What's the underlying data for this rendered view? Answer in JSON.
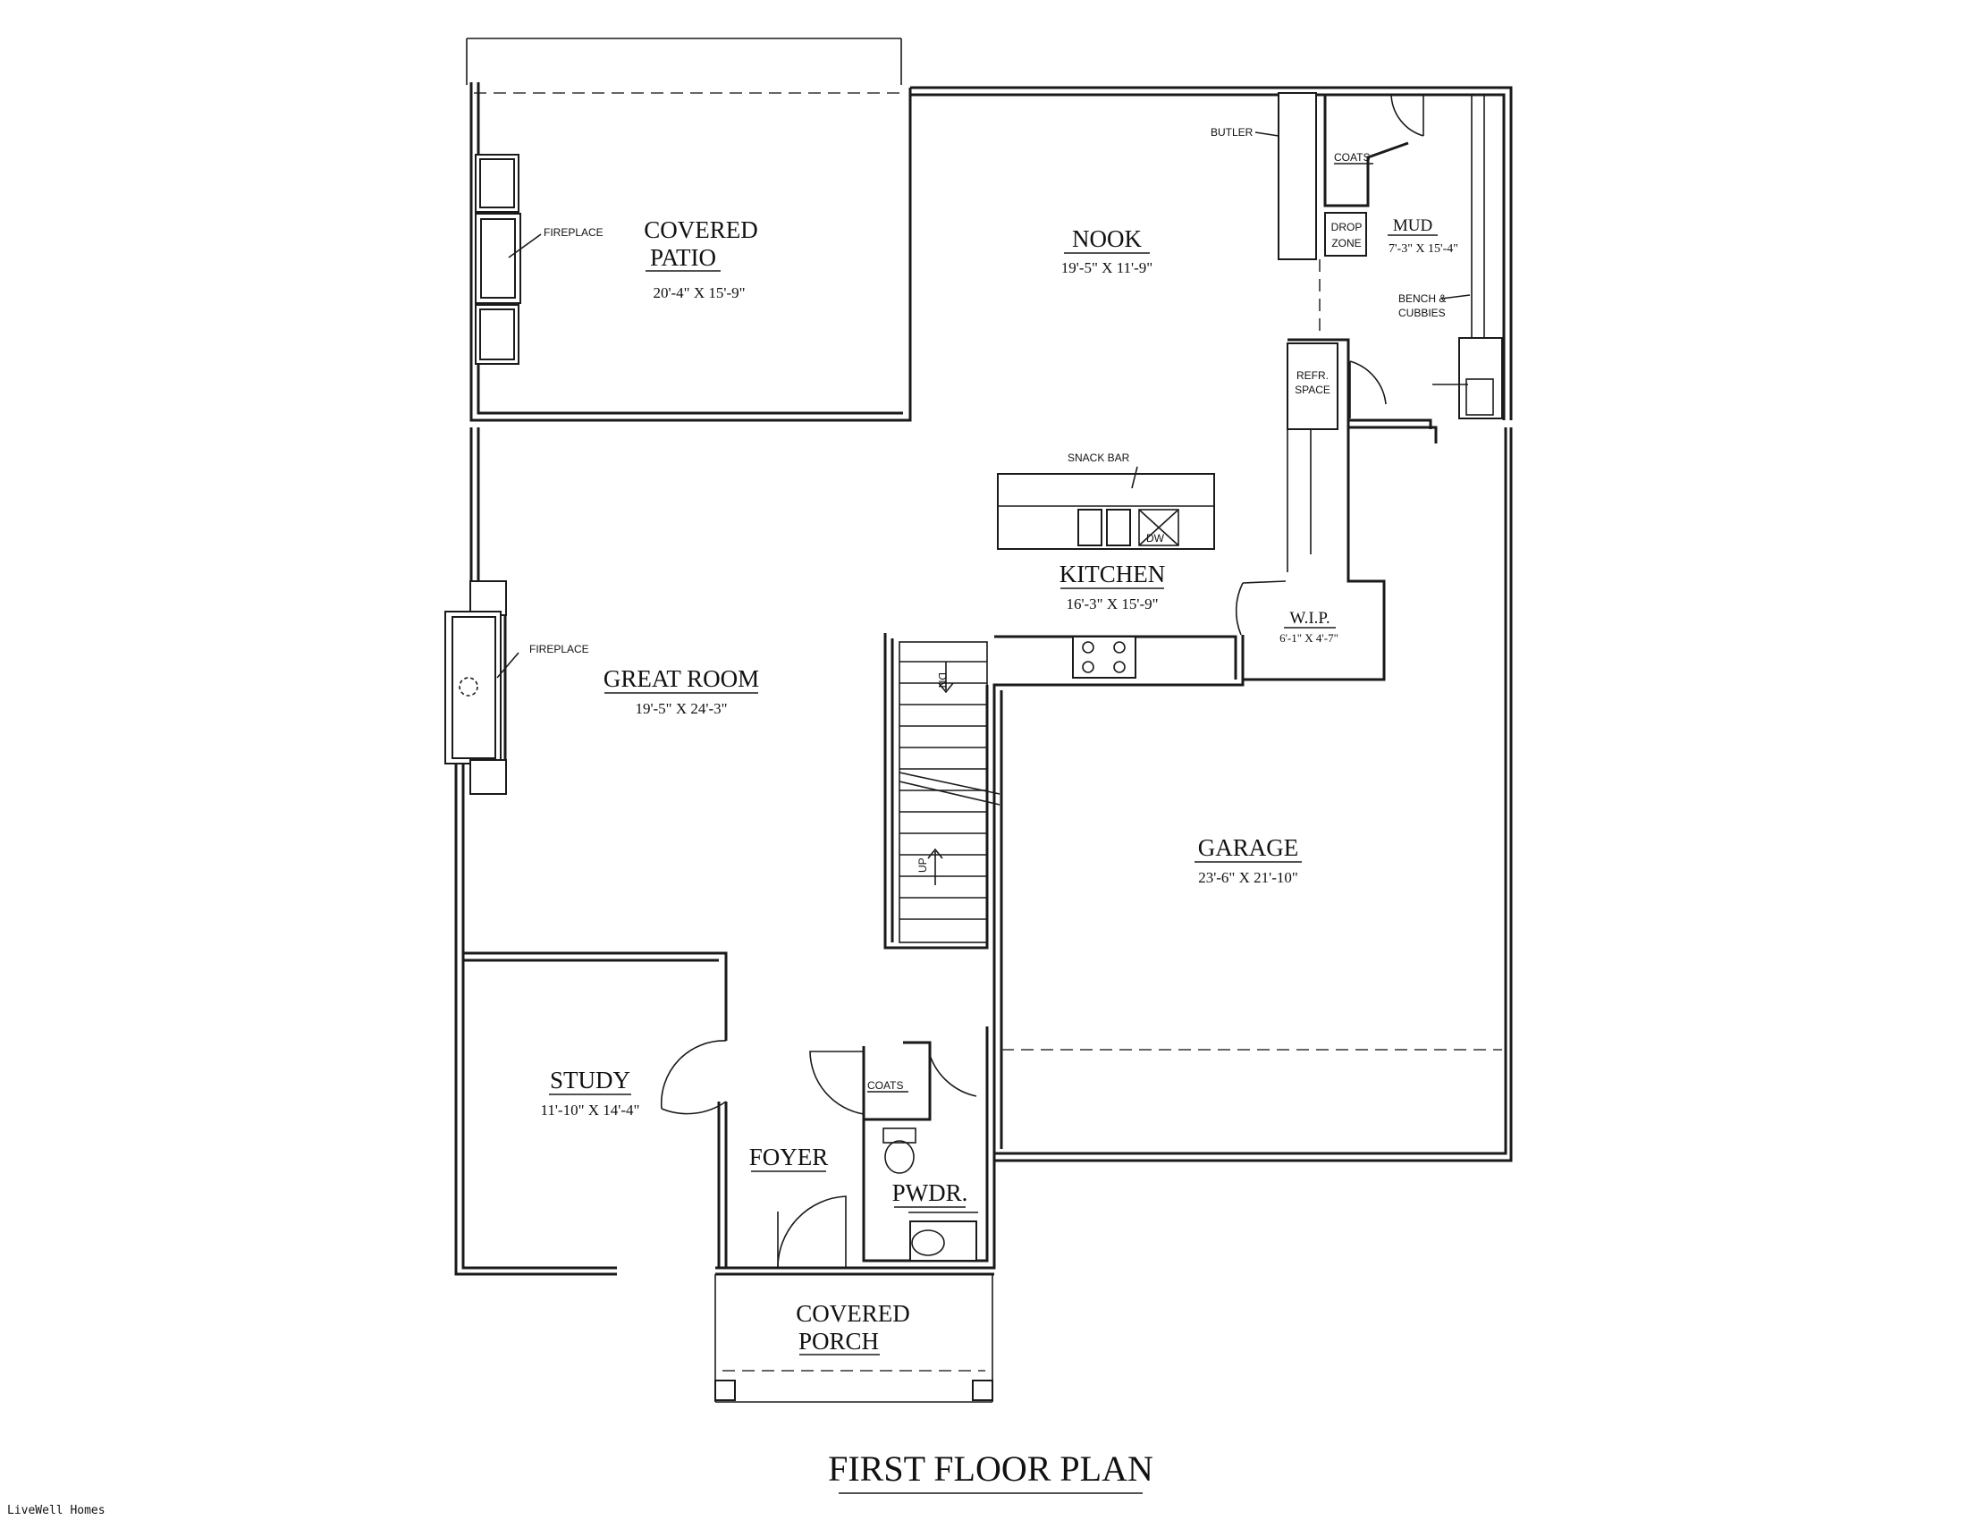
{
  "rooms": {
    "covered_patio": {
      "line1": "COVERED",
      "line2": "PATIO",
      "dims": "20'-4\" X 15'-9\""
    },
    "nook": {
      "name": "NOOK",
      "dims": "19'-5\" X 11'-9\""
    },
    "mud": {
      "name": "MUD",
      "dims": "7'-3\" X 15'-4\""
    },
    "kitchen": {
      "name": "KITCHEN",
      "dims": "16'-3\" X 15'-9\""
    },
    "wip": {
      "name": "W.I.P.",
      "dims": "6'-1\" X 4'-7\""
    },
    "great_room": {
      "name": "GREAT ROOM",
      "dims": "19'-5\" X 24'-3\""
    },
    "garage": {
      "name": "GARAGE",
      "dims": "23'-6\" X 21'-10\""
    },
    "study": {
      "name": "STUDY",
      "dims": "11'-10\" X 14'-4\""
    },
    "foyer": {
      "name": "FOYER"
    },
    "powder": {
      "name": "PWDR."
    },
    "covered_porch": {
      "line1": "COVERED",
      "line2": "PORCH"
    }
  },
  "annotations": {
    "fireplace_patio": "FIREPLACE",
    "fireplace_great": "FIREPLACE",
    "butler": "BUTLER",
    "coats_mud": "COATS",
    "drop_zone_1": "DROP",
    "drop_zone_2": "ZONE",
    "bench_1": "BENCH &",
    "bench_2": "CUBBIES",
    "refr_1": "REFR.",
    "refr_2": "SPACE",
    "snack_bar": "SNACK BAR",
    "dw": "DW",
    "stair_dn": "DN",
    "stair_up": "UP",
    "coats_foyer": "COATS"
  },
  "title": "FIRST FLOOR PLAN",
  "footer": "LiveWell Homes"
}
